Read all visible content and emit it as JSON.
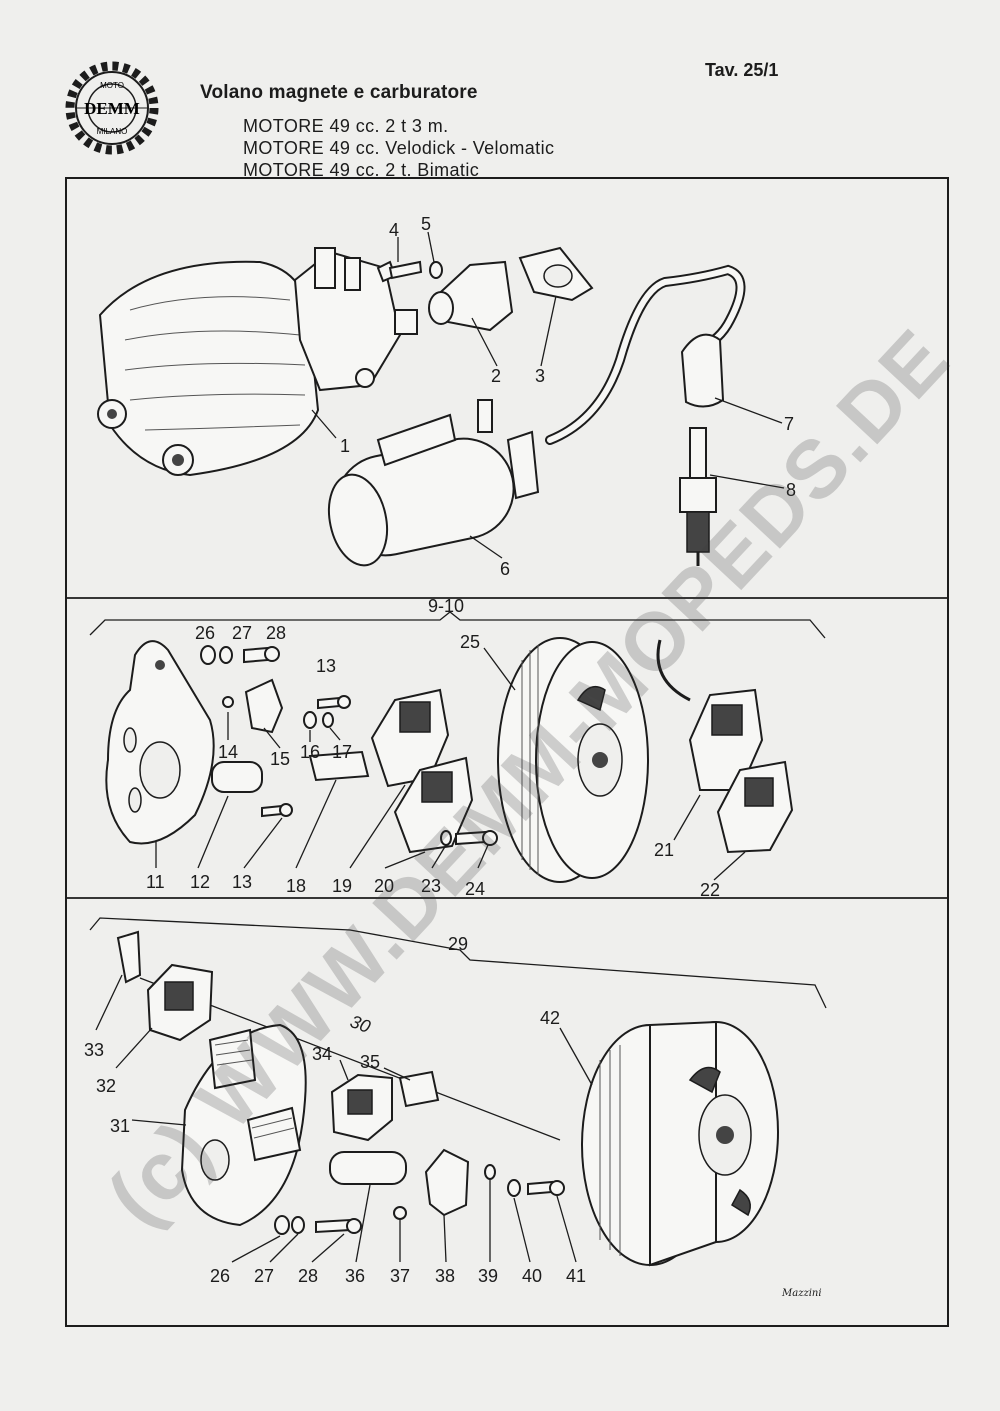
{
  "header": {
    "logo_text_top": "MOTO",
    "logo_text_center": "DEMM",
    "logo_text_bottom": "MILANO",
    "title": "Volano magnete e carburatore",
    "table_ref": "Tav. 25/1",
    "models": [
      "MOTORE 49 cc. 2 t 3 m.",
      "MOTORE 49 cc. Velodick - Velomatic",
      "MOTORE 49 cc. 2 t. Bimatic"
    ]
  },
  "watermark": "(c) WWW.DEMM-MOPEDS.DE",
  "signature": "Mazzini",
  "diagram": {
    "group_labels": {
      "flywheel_set": "9-10",
      "flywheel_set_bimatic": "29",
      "stator_group": "30"
    },
    "section1_labels": [
      "1",
      "2",
      "3",
      "4",
      "5",
      "6",
      "7",
      "8"
    ],
    "section2_labels": [
      "26",
      "27",
      "28",
      "13",
      "25",
      "14",
      "15",
      "16",
      "17",
      "21",
      "11",
      "12",
      "13",
      "18",
      "19",
      "20",
      "23",
      "24",
      "22"
    ],
    "section3_labels": [
      "33",
      "32",
      "31",
      "34",
      "35",
      "42",
      "26",
      "27",
      "28",
      "36",
      "37",
      "38",
      "39",
      "40",
      "41"
    ]
  },
  "colors": {
    "ink": "#1c1c1c",
    "paper": "#efefed"
  }
}
